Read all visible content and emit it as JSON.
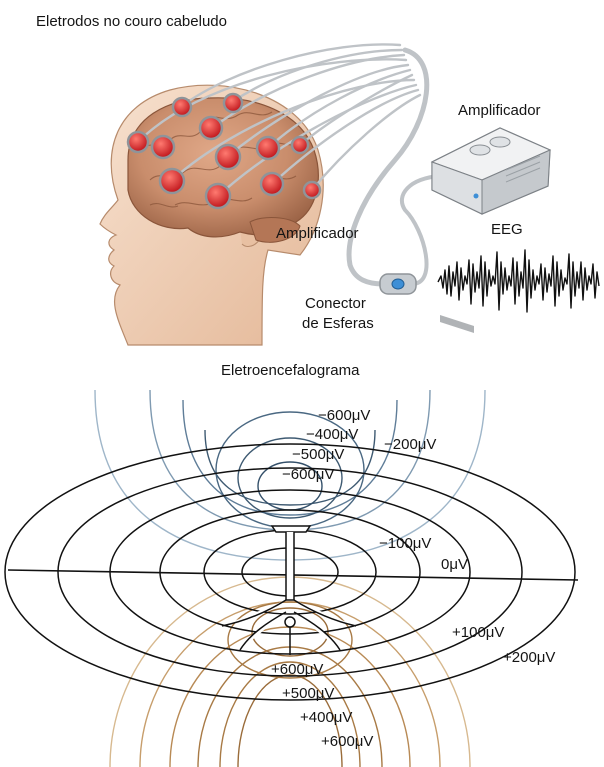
{
  "labels": {
    "scalp_electrodes": "Eletrodos no couro cabeludo",
    "amplifier_top": "Amplificador",
    "amplifier_head": "Amplificador",
    "eeg": "EEG",
    "connector_line1": "Conector",
    "connector_line2": "de Esferas",
    "section_title": "Eletroencefalograma"
  },
  "field_values": {
    "neg_600_outer": "−600μV",
    "neg_400": "−400μV",
    "neg_200": "−200μV",
    "neg_500": "−500μV",
    "neg_600_inner": "−600μV",
    "neg_100": "−100μV",
    "zero": "0μV",
    "pos_100": "+100μV",
    "pos_200": "+200μV",
    "pos_600_inner": "+600μV",
    "pos_500": "+500μV",
    "pos_400": "+400μV",
    "pos_600_outer": "+600μV"
  },
  "colors": {
    "negative_field": "#3e5a72",
    "negative_field_light": "#9fb6c9",
    "positive_field": "#a87a45",
    "positive_field_light": "#d7b98f",
    "neutral_field": "#111111",
    "electrode": "#d8282b",
    "brain": "#c98d6c",
    "skin": "#f1d3bd"
  }
}
